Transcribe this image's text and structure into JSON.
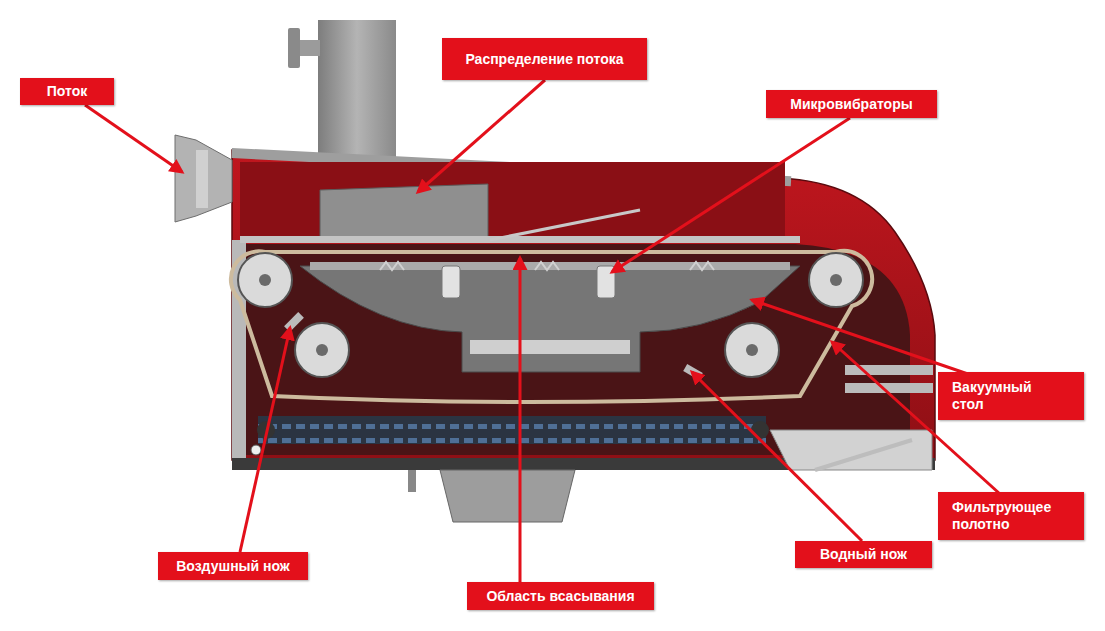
{
  "diagram": {
    "nodes": [
      {
        "text": [
          "Распределение потока"
        ]
      },
      {
        "text": [
          "Поток"
        ]
      },
      {
        "text": [
          "Микровибраторы"
        ]
      },
      {
        "text": [
          "Вакуумный стол"
        ]
      },
      {
        "text": [
          "Фильтрующее полотно"
        ]
      },
      {
        "text": [
          "Водный нож"
        ]
      },
      {
        "text": [
          "Воздушный нож"
        ]
      },
      {
        "text": [
          "Область всасывания"
        ]
      }
    ]
  }
}
